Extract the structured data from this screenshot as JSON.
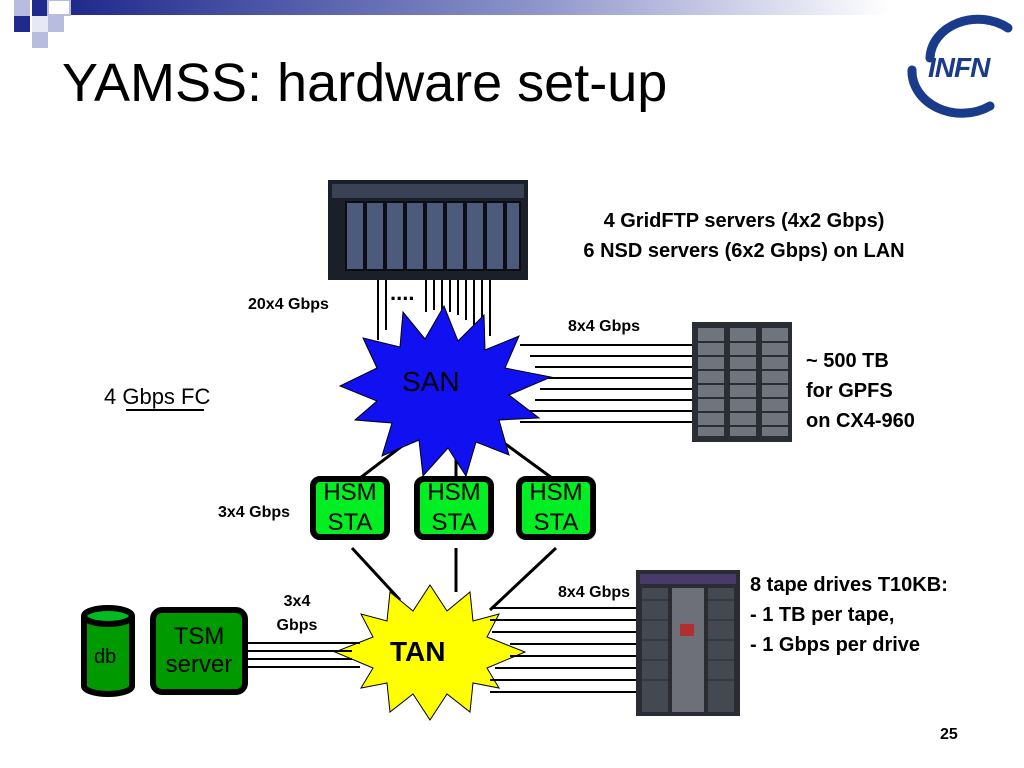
{
  "title": "YAMSS: hardware set-up",
  "logo": {
    "text": "INFN",
    "color": "#1a3a8a"
  },
  "page_number": "25",
  "diagram": {
    "servers": {
      "line1": "4 GridFTP servers (4x2 Gbps)",
      "line2": "6 NSD servers (6x2 Gbps) on LAN",
      "dots": "...."
    },
    "links": {
      "servers_san": "20x4 Gbps",
      "san_storage": "8x4 Gbps",
      "legend": "4 Gbps FC",
      "hsm_link": "3x4 Gbps",
      "tsm_link_line1": "3x4",
      "tsm_link_line2": "Gbps",
      "tan_tape": "8x4 Gbps"
    },
    "san": {
      "label": "SAN",
      "color": "#1010f0"
    },
    "tan": {
      "label": "TAN",
      "color": "#ffff00"
    },
    "storage": {
      "line1": "~ 500 TB",
      "line2": "for GPFS",
      "line3": "on CX4-960"
    },
    "hsm_nodes": [
      {
        "line1": "HSM",
        "line2": "STA"
      },
      {
        "line1": "HSM",
        "line2": "STA"
      },
      {
        "line1": "HSM",
        "line2": "STA"
      }
    ],
    "hsm_color": "#00ee22",
    "tsm": {
      "line1": "TSM",
      "line2": "server",
      "color": "#009900"
    },
    "db": {
      "label": "db",
      "color": "#009900"
    },
    "tape": {
      "line1": "8 tape drives T10KB:",
      "line2": "- 1 TB per tape,",
      "line3": "- 1 Gbps per drive"
    }
  }
}
